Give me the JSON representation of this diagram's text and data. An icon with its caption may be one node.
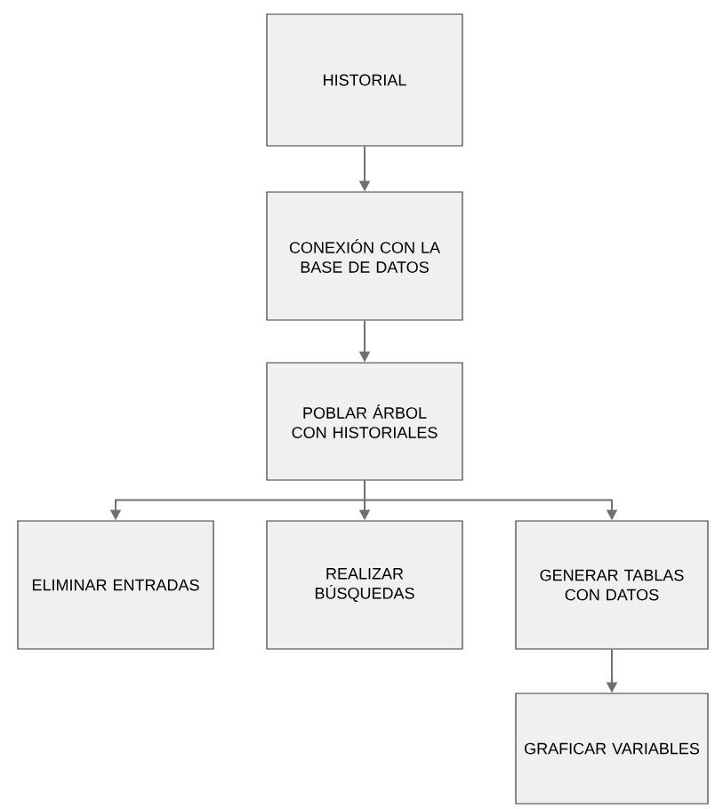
{
  "diagram": {
    "nodes": [
      {
        "text": [
          "HISTORIAL"
        ]
      },
      {
        "text": [
          "CONEXIÓN CON LA BASE DE DATOS"
        ]
      },
      {
        "text": [
          "POBLAR ÁRBOL CON HISTORIALES"
        ]
      },
      {
        "text": [
          "ELIMINAR ENTRADAS"
        ]
      },
      {
        "text": [
          "REALIZAR BÚSQUEDAS"
        ]
      },
      {
        "text": [
          "GENERAR TABLAS CON DATOS"
        ]
      },
      {
        "text": [
          "GRAFICAR VARIABLES"
        ]
      }
    ],
    "edges": [
      {
        "from": 0,
        "to": 1,
        "arrow": "to"
      },
      {
        "from": 1,
        "to": 2,
        "arrow": "to"
      },
      {
        "from": 2,
        "to": 3,
        "arrow": "to"
      },
      {
        "from": 2,
        "to": 4,
        "arrow": "to"
      },
      {
        "from": 2,
        "to": 5,
        "arrow": "to"
      },
      {
        "from": 5,
        "to": 6,
        "arrow": "to"
      }
    ]
  }
}
